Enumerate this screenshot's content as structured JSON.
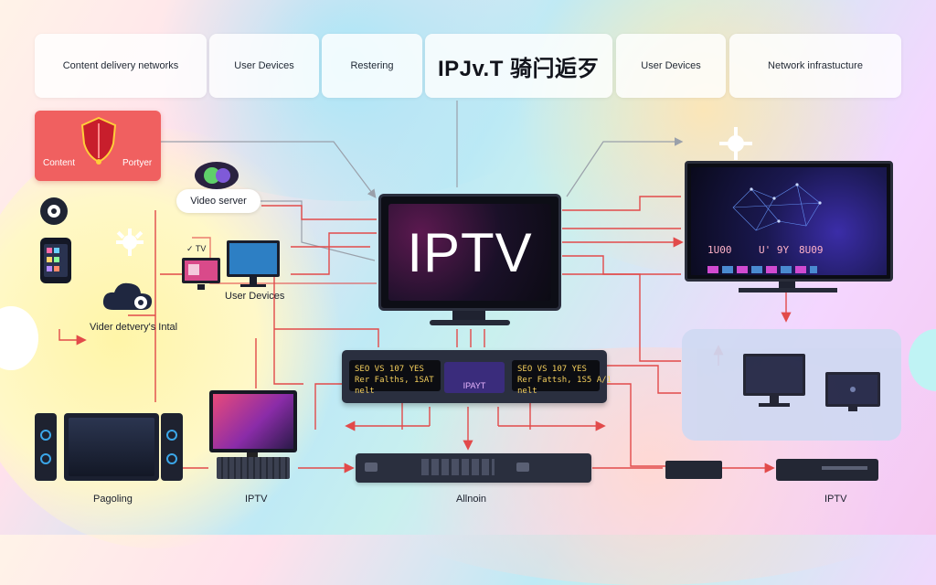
{
  "top_bar": {
    "items": [
      {
        "label": "Content delivery networks"
      },
      {
        "label": "User Devices"
      },
      {
        "label": "Restering"
      },
      {
        "label": "IPJv.T 骑闩逅歹"
      },
      {
        "label": "User Devices"
      },
      {
        "label": "Network infrastucture"
      }
    ]
  },
  "left": {
    "cdn_card": {
      "left_text": "Content",
      "right_text": "Portyer"
    },
    "video_server": "Video server",
    "tv_icon_text": "✓ TV",
    "user_devices": "User Devices",
    "cloud_label": "Vider detvery's Intal"
  },
  "center": {
    "tv_text": "IPTV",
    "set_top_box": {
      "left_lcd": [
        "SEO  VS  107  YES",
        "Rer Falths, 1SAT",
        "nelt"
      ],
      "mid_lcd": "IPAYT",
      "right_lcd": [
        "SEO  VS  107  YES",
        "Rer Fattsh, 1S5 A/1",
        "nelt"
      ]
    }
  },
  "right": {
    "tv_stats": [
      "1U00",
      "U' 9Y",
      "8U09"
    ]
  },
  "bottom_labels": {
    "left": "Pagoling",
    "pc": "IPTV",
    "router": "Allnoin",
    "right": "IPTV"
  },
  "colors": {
    "connector": "#e24a4a",
    "connector_gray": "#9aa0aa",
    "cdn_card": "#f06060",
    "accent_blue": "#3ba6e8"
  }
}
